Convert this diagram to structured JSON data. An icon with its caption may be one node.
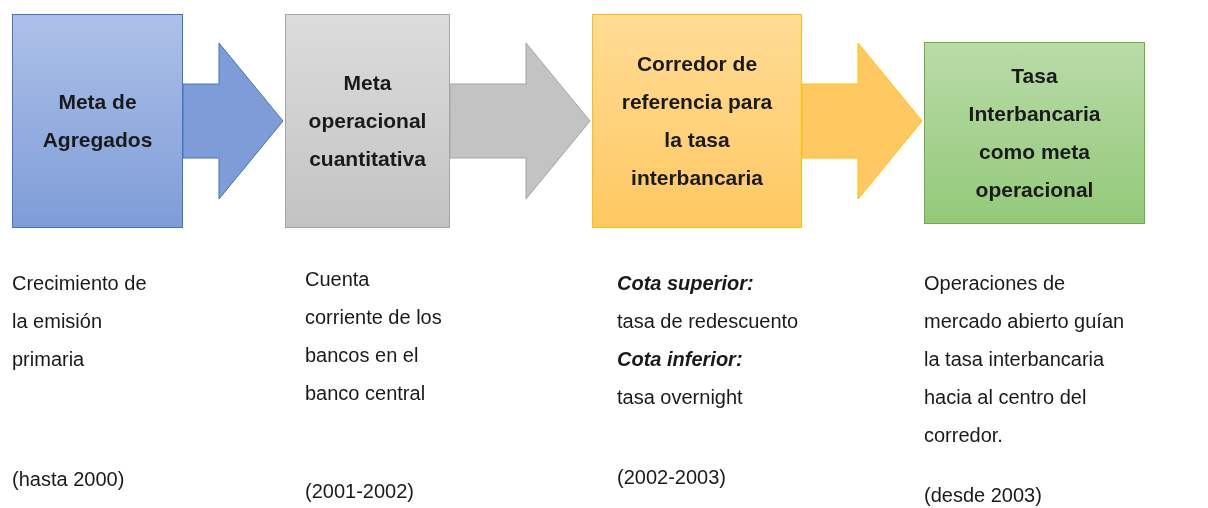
{
  "diagram": {
    "nodes": [
      {
        "text": [
          "Meta de Agregados"
        ],
        "beside": [
          "Crecimiento de la emisión primaria"
        ]
      },
      {
        "text": [
          "Meta operacional cuantitativa"
        ],
        "beside": [
          "Cuenta corriente de los bancos en el banco central"
        ]
      },
      {
        "text": [
          "Corredor de referencia para la tasa interbancaria"
        ],
        "beside": [
          "*Cota superior:* tasa de redescuento *Cota inferior:* tasa overnight"
        ]
      },
      {
        "text": [
          "Tasa Interbancaria como meta operacional"
        ],
        "beside": [
          "Operaciones de mercado abierto guían la tasa interbancaria hacia al centro del corredor."
        ]
      }
    ],
    "labels": [
      "(hasta 2000)",
      "(2001-2002)",
      "(2002-2003)",
      "(desde 2003)"
    ],
    "edges": [
      {
        "from": 0,
        "to": 1,
        "arrow": "to"
      },
      {
        "from": 1,
        "to": 2,
        "arrow": "to"
      },
      {
        "from": 2,
        "to": 3,
        "arrow": "to"
      }
    ]
  }
}
